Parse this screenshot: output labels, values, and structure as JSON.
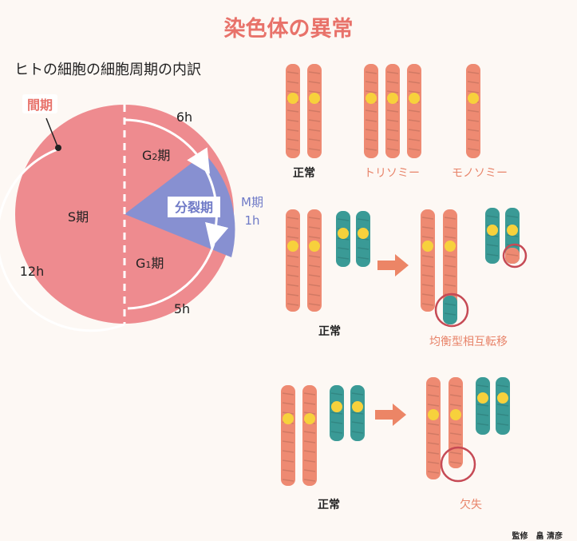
{
  "title": "染色体の異常",
  "subtitle": "ヒトの細胞の細胞周期の内訳",
  "credit": "監修　畠 清彦",
  "colors": {
    "pink": "#ee8b8f",
    "blue": "#8790d1",
    "chromosome_red": "#ee8a72",
    "chromosome_teal": "#3a9a96",
    "centromere": "#f7d13c",
    "title": "#e8726a",
    "label_orange": "#e8846a",
    "circle_mark": "#c64a55",
    "arrow": "#ec8566"
  },
  "cell_cycle": {
    "interphase_label": "間期",
    "phases": [
      {
        "label": "S期",
        "hours": "12h"
      },
      {
        "label_main": "G",
        "label_sub": "2",
        "label_tail": "期",
        "hours": "6h"
      },
      {
        "label": "M期",
        "hours": "1h"
      },
      {
        "label_main": "G",
        "label_sub": "1",
        "label_tail": "期",
        "hours": "5h"
      }
    ],
    "mitosis_label": "分裂期"
  },
  "examples": {
    "normal": "正常",
    "trisomy": "トリソミー",
    "monosomy": "モノソミー",
    "translocation_normal": "正常",
    "translocation": "均衡型相互転移",
    "deletion_normal": "正常",
    "deletion": "欠失"
  }
}
